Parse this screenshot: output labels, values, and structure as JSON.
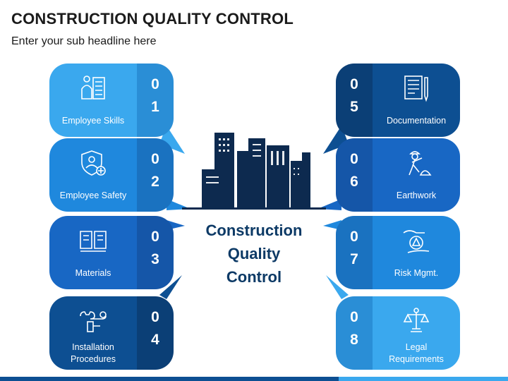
{
  "header": {
    "title": "CONSTRUCTION QUALITY CONTROL",
    "subtitle": "Enter your sub headline here"
  },
  "center": {
    "title": "Construction\nQuality\nControl"
  },
  "items": [
    {
      "d1": "0",
      "d2": "1",
      "label": "Employee Skills",
      "icon": "employee-skills-icon"
    },
    {
      "d1": "0",
      "d2": "2",
      "label": "Employee Safety",
      "icon": "employee-safety-icon"
    },
    {
      "d1": "0",
      "d2": "3",
      "label": "Materials",
      "icon": "materials-icon"
    },
    {
      "d1": "0",
      "d2": "4",
      "label": "Installation\nProcedures",
      "icon": "installation-tools-icon"
    },
    {
      "d1": "0",
      "d2": "5",
      "label": "Documentation",
      "icon": "documentation-icon"
    },
    {
      "d1": "0",
      "d2": "6",
      "label": "Earthwork",
      "icon": "earthwork-icon"
    },
    {
      "d1": "0",
      "d2": "7",
      "label": "Risk Mgmt.",
      "icon": "risk-management-icon"
    },
    {
      "d1": "0",
      "d2": "8",
      "label": "Legal\nRequirements",
      "icon": "legal-scales-icon"
    }
  ],
  "colors": {
    "light_blue": "#3aa8ee",
    "mid_blue": "#1f88dd",
    "blue": "#1867c4",
    "dark_blue": "#0d4f92",
    "navy": "#0d2a4f",
    "center_text": "#0d3a66"
  }
}
